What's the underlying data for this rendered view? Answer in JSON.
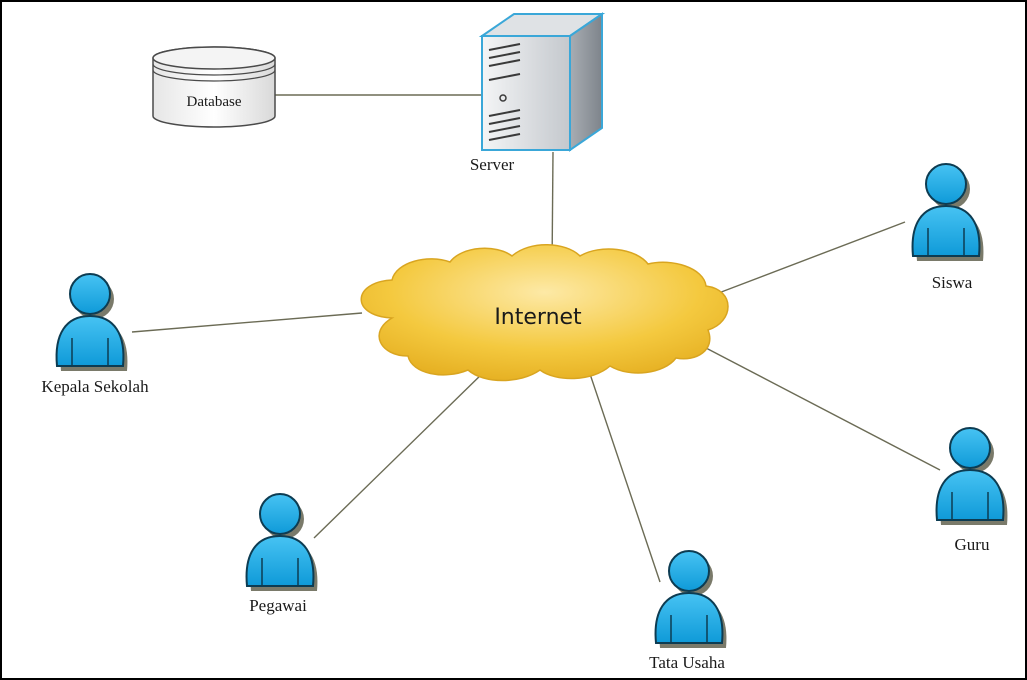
{
  "diagram": {
    "type": "network-topology",
    "nodes": {
      "database": {
        "label": "Database",
        "shape": "cylinder"
      },
      "server": {
        "label": "Server",
        "shape": "tower-server"
      },
      "internet": {
        "label": "Internet",
        "shape": "cloud"
      },
      "kepala_sekolah": {
        "label": "Kepala Sekolah",
        "shape": "user"
      },
      "siswa": {
        "label": "Siswa",
        "shape": "user"
      },
      "guru": {
        "label": "Guru",
        "shape": "user"
      },
      "tata_usaha": {
        "label": "Tata Usaha",
        "shape": "user"
      },
      "pegawai": {
        "label": "Pegawai",
        "shape": "user"
      }
    },
    "edges": [
      {
        "from": "Database",
        "to": "Server"
      },
      {
        "from": "Server",
        "to": "Internet"
      },
      {
        "from": "Internet",
        "to": "Kepala Sekolah"
      },
      {
        "from": "Internet",
        "to": "Siswa"
      },
      {
        "from": "Internet",
        "to": "Guru"
      },
      {
        "from": "Internet",
        "to": "Tata Usaha"
      },
      {
        "from": "Internet",
        "to": "Pegawai"
      }
    ],
    "colors": {
      "user_fill": "#1aa9e6",
      "user_outline": "#0d3c52",
      "user_shadow": "#7a7a6a",
      "cloud_fill": "#f3c63a",
      "cloud_highlight": "#fbe7a0",
      "server_body": "#c9cdd2",
      "server_edge": "#3aa7d8",
      "database_fill": "#f2f2f2",
      "connector": "#6b6b55"
    }
  }
}
